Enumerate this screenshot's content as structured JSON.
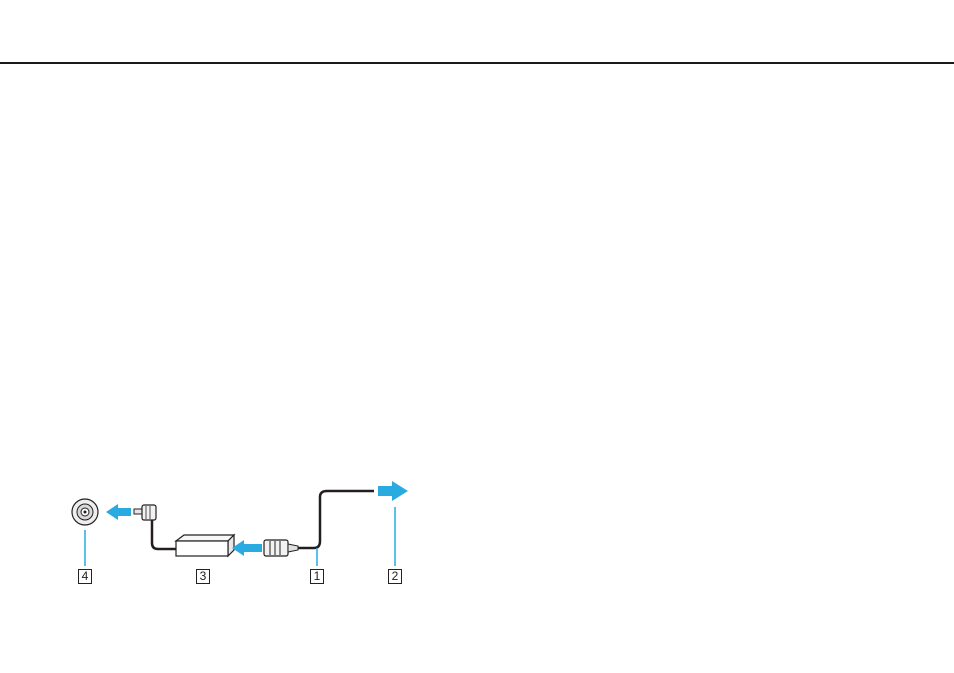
{
  "callouts": {
    "one": "1",
    "two": "2",
    "three": "3",
    "four": "4"
  },
  "colors": {
    "arrow": "#29abe2",
    "cable": "#231f20",
    "rule": "#1a1a1a"
  },
  "icons": [
    "dc-in-port-icon",
    "dc-plug-icon",
    "ac-adapter-icon",
    "power-cord-plug-icon",
    "ac-outlet-arrow-icon"
  ]
}
